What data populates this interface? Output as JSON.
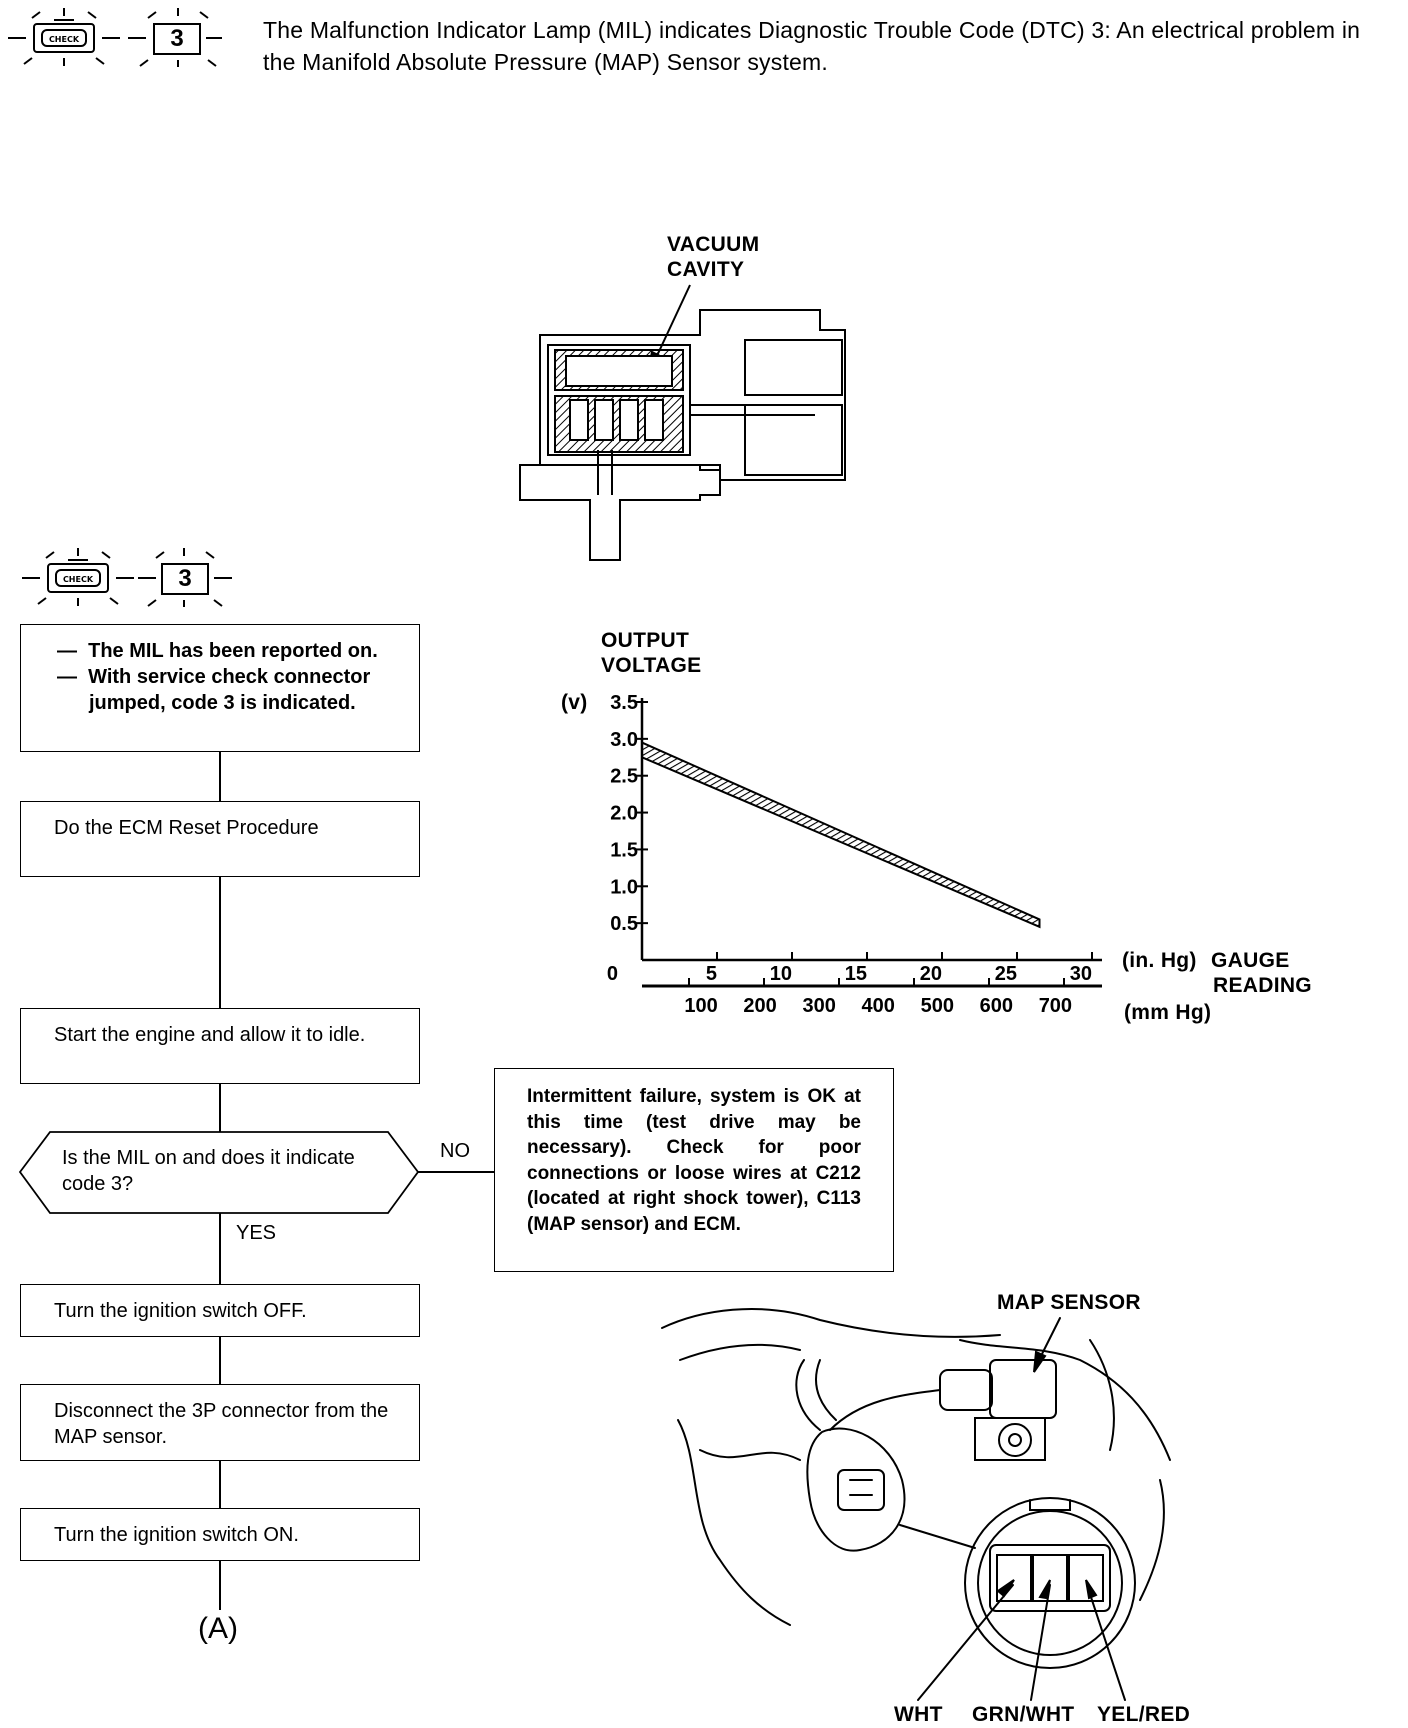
{
  "header": {
    "code": "3",
    "text": "The Malfunction Indicator Lamp (MIL) indicates Diagnostic Trouble Code (DTC) 3: An electrical problem in the Manifold Absolute Pressure (MAP) Sensor system."
  },
  "icons": {
    "mil_icon": "check-engine-lamp-icon",
    "code_box_text": "3"
  },
  "sensor_diagram": {
    "label_line1": "VACUUM",
    "label_line2": "CAVITY"
  },
  "flow": {
    "step1_line1": "The MIL has been reported on.",
    "step1_line2": "With service check connector jumped, code 3 is indicated.",
    "step2": "Do the ECM Reset Procedure",
    "step3": "Start the engine and allow it to idle.",
    "decision": "Is the MIL on and does it indicate code 3?",
    "no_label": "NO",
    "yes_label": "YES",
    "no_box": "Intermittent failure, system is OK at this time (test drive may be necessary). Check for poor connections or loose wires at C212 (located at right shock tower), C113 (MAP sensor) and ECM.",
    "step4": "Turn the ignition switch OFF.",
    "step5": "Disconnect the 3P connector from the MAP sensor.",
    "step6": "Turn the ignition switch ON.",
    "continue": "(A)"
  },
  "chart_data": {
    "type": "line",
    "ylabel_line1": "OUTPUT",
    "ylabel_line2": "VOLTAGE",
    "yunit": "(v)",
    "yticks": [
      "0",
      "0.5",
      "1.0",
      "1.5",
      "2.0",
      "2.5",
      "3.0",
      "3.5"
    ],
    "ylim": [
      0,
      3.5
    ],
    "xlabel_inhg_unit": "(in. Hg)",
    "xlabel_line1": "GAUGE",
    "xlabel_line2": "READING",
    "xlabel_mmhg_unit": "(mm Hg)",
    "xticks_inhg": [
      "5",
      "10",
      "15",
      "20",
      "25",
      "30"
    ],
    "xticks_mmhg": [
      "100",
      "200",
      "300",
      "400",
      "500",
      "600",
      "700"
    ],
    "xlim_inhg": [
      0,
      30
    ],
    "series": [
      {
        "x": [
          0,
          26.5
        ],
        "y_upper": [
          2.95,
          0.55
        ],
        "y_lower": [
          2.75,
          0.45
        ]
      }
    ]
  },
  "map_photo": {
    "title": "MAP SENSOR",
    "wire1": "WHT",
    "wire2": "GRN/WHT",
    "wire3": "YEL/RED"
  }
}
